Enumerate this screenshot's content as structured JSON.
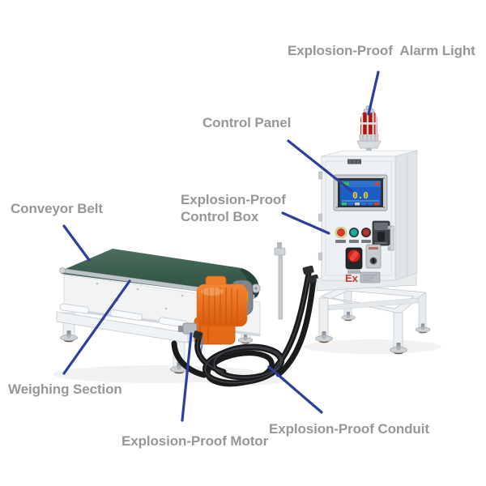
{
  "labels": {
    "conveyor_belt": "Conveyor Belt",
    "explosion_proof_control_box": "Explosion-Proof\nControl Box",
    "control_panel": "Control Panel",
    "explosion_proof_alarm_light": "Explosion-Proof  Alarm Light",
    "weighing_section": "Weighing Section",
    "explosion_proof_motor": "Explosion-Proof Motor",
    "explosion_proof_conduit": "Explosion-Proof Conduit"
  },
  "control_box": {
    "display_value": "0.0",
    "ex_marking": "Ex"
  },
  "colors": {
    "label_text": "#95979a",
    "leader_line": "#2c3f9f",
    "belt_green": "#305847",
    "belt_end_dark": "#234237",
    "motor_orange": "#ed6d1f",
    "alarm_red": "#d22a22",
    "ex_red": "#d5332b",
    "cabinet_gray": "#eef1f4",
    "stand_white": "#eef1f3",
    "cable_black": "#1a1b1d",
    "foot_ring_orange": "#e07b28",
    "screen_blue": "#1c5fc4",
    "screen_digit_yellow": "#ffd21e"
  }
}
